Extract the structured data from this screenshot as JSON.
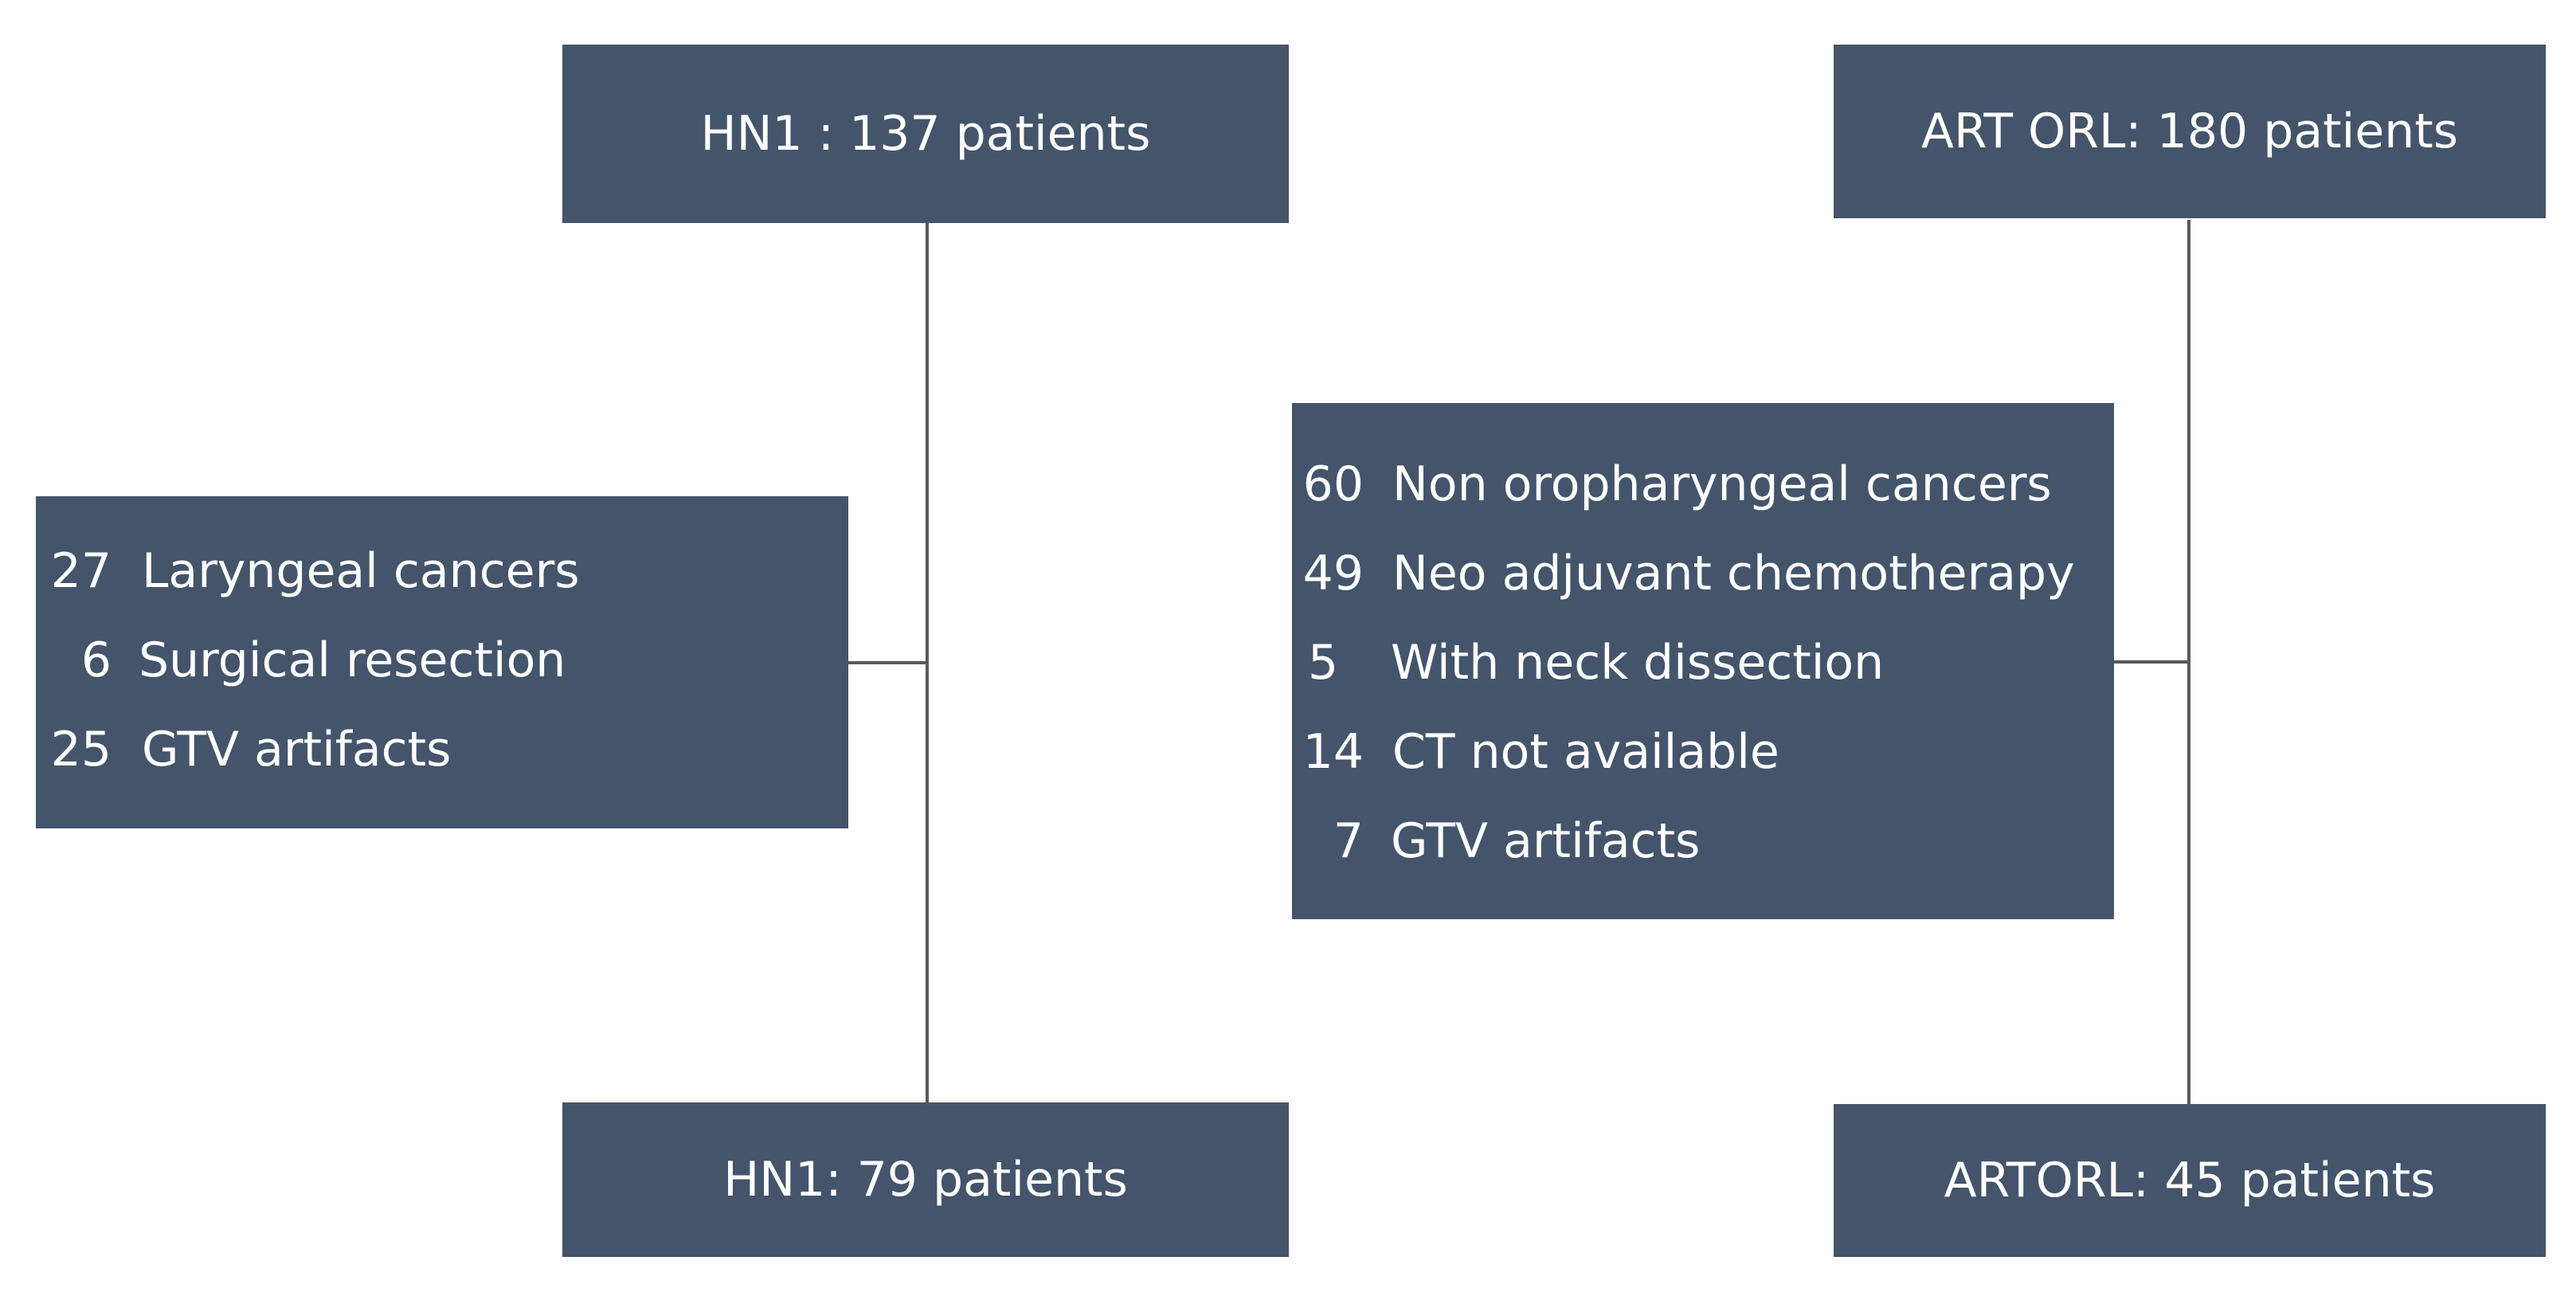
{
  "left_flow": {
    "top": "HN1 : 137 patients",
    "exclusions": [
      {
        "count": "27",
        "label": "Laryngeal cancers"
      },
      {
        "count": "6",
        "label": "Surgical resection"
      },
      {
        "count": "25",
        "label": "GTV artifacts"
      }
    ],
    "bottom": "HN1: 79 patients"
  },
  "right_flow": {
    "top": "ART ORL: 180 patients",
    "exclusions": [
      {
        "count": "60",
        "label": "Non oropharyngeal cancers"
      },
      {
        "count": "49",
        "label": "Neo adjuvant chemotherapy"
      },
      {
        "count": "5",
        "label": "With neck dissection"
      },
      {
        "count": "14",
        "label": "CT not available"
      },
      {
        "count": "7",
        "label": "GTV artifacts"
      }
    ],
    "bottom": "ARTORL: 45 patients"
  },
  "colors": {
    "box_fill": "#44546a",
    "text": "#ffffff",
    "connector": "#595959"
  }
}
